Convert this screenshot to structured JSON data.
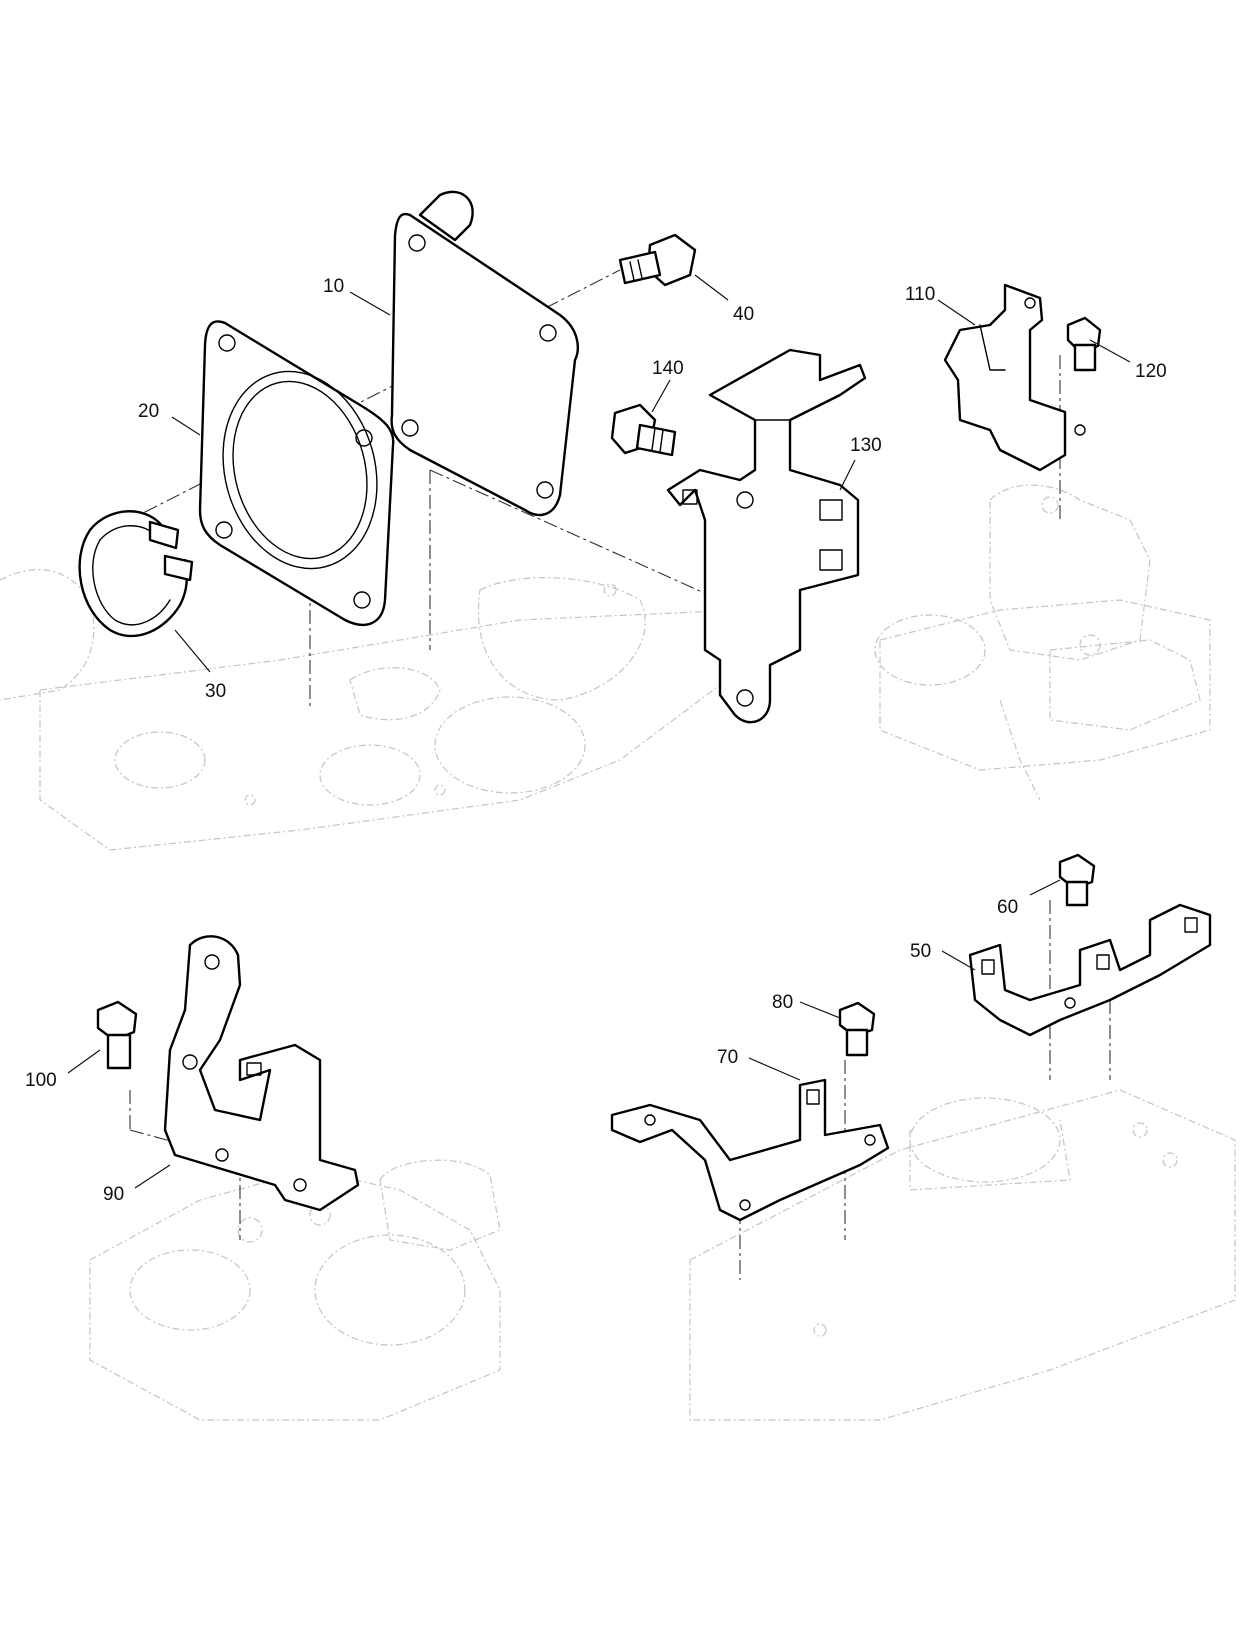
{
  "diagram": {
    "callouts": [
      {
        "id": "10",
        "label": "10"
      },
      {
        "id": "20",
        "label": "20"
      },
      {
        "id": "30",
        "label": "30"
      },
      {
        "id": "40",
        "label": "40"
      },
      {
        "id": "50",
        "label": "50"
      },
      {
        "id": "60",
        "label": "60"
      },
      {
        "id": "70",
        "label": "70"
      },
      {
        "id": "80",
        "label": "80"
      },
      {
        "id": "90",
        "label": "90"
      },
      {
        "id": "100",
        "label": "100"
      },
      {
        "id": "110",
        "label": "110"
      },
      {
        "id": "120",
        "label": "120"
      },
      {
        "id": "130",
        "label": "130"
      },
      {
        "id": "140",
        "label": "140"
      }
    ]
  }
}
